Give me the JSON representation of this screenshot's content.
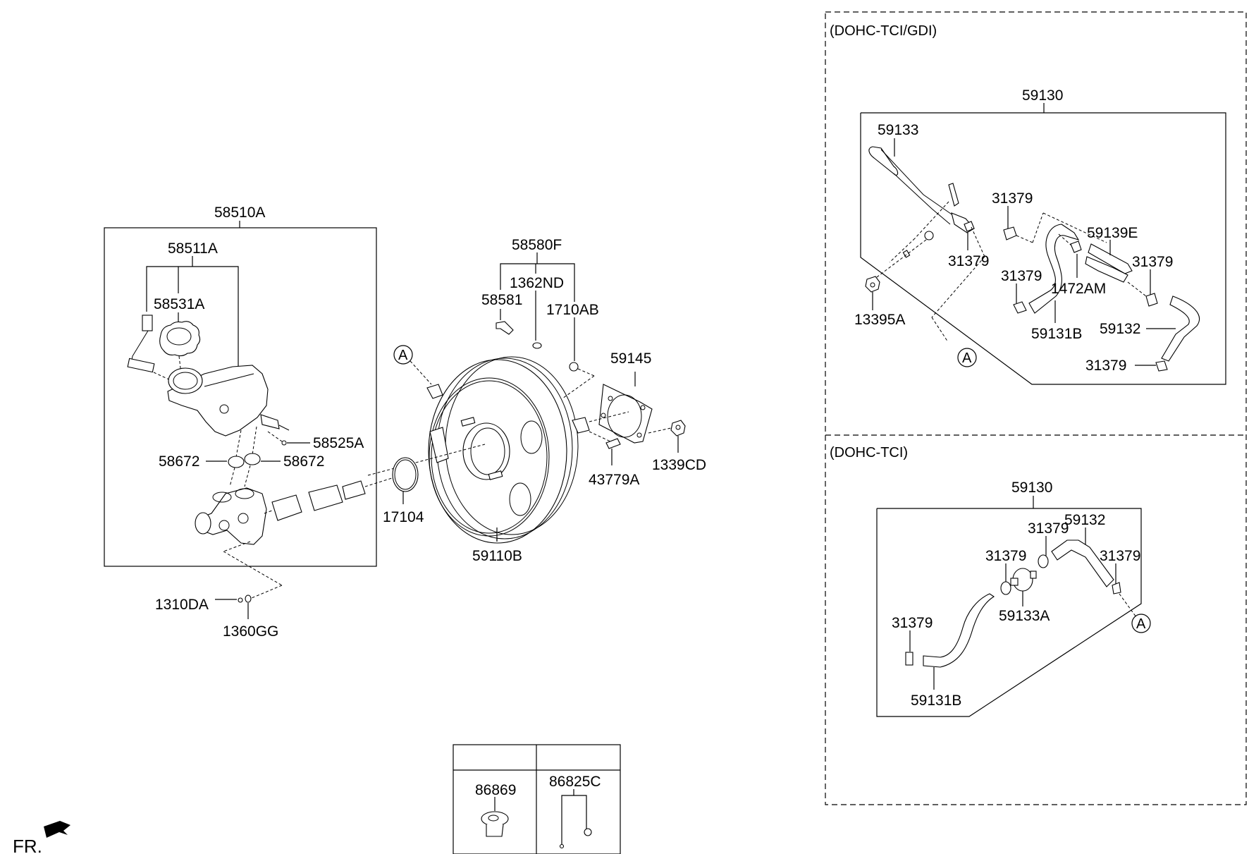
{
  "diagram": {
    "orientation_label": "FR.",
    "reference_marker": "A",
    "master_cylinder_group": {
      "assembly": "58510A",
      "reservoir_assembly": "58511A",
      "reservoir_cap": "58531A",
      "pin": "58525A",
      "grommet_left": "58672",
      "grommet_right": "58672",
      "nut": "1310DA",
      "washer": "1360GG"
    },
    "booster_group": {
      "kit": "58580F",
      "clevis_pin": "58581",
      "clip": "1362ND",
      "snap_pin": "1710AB",
      "gasket": "59145",
      "o_ring": "17104",
      "booster": "59110B",
      "clip_43779": "43779A",
      "nut": "1339CD"
    },
    "hose_variant_gdi": {
      "title": "(DOHC-TCI/GDI)",
      "assembly": "59130",
      "hose_main": "59133",
      "clamp_1": "31379",
      "clamp_2": "31379",
      "clamp_3": "31379",
      "clamp_4": "31379",
      "clamp_5": "31379",
      "valve": "59139E",
      "hose_b": "59131B",
      "connector": "1472AM",
      "nut": "13395A",
      "hose_c": "59132"
    },
    "hose_variant_tci": {
      "title": "(DOHC-TCI)",
      "assembly": "59130",
      "clamp_1": "31379",
      "clamp_2": "31379",
      "clamp_3": "31379",
      "clamp_4": "31379",
      "hose_c": "59132",
      "check_valve": "59133A",
      "hose_b": "59131B"
    },
    "option_table": {
      "columns": [
        {
          "header": "",
          "part": "86869"
        },
        {
          "header": "",
          "part": "86825C"
        }
      ]
    }
  }
}
